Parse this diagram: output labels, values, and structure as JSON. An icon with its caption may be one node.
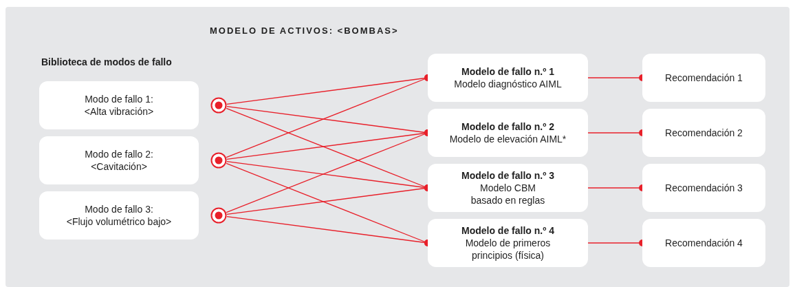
{
  "diagram": {
    "title": "MODELO DE ACTIVOS: <BOMBAS>",
    "nodes": [
      {
        "text": [
          "Modo de fallo 1:",
          "<Alta vibración>"
        ]
      },
      {
        "text": [
          "Modo de fallo 2:",
          "<Cavitación>"
        ]
      },
      {
        "text": [
          "Modo de fallo 3:",
          "<Flujo volumétrico bajo>"
        ]
      },
      {
        "text": [],
        "shape": "circle"
      },
      {
        "text": [],
        "shape": "circle"
      },
      {
        "text": [],
        "shape": "circle"
      },
      {
        "text": [
          "Modelo de fallo n.º 1",
          "Modelo diagnóstico AIML"
        ]
      },
      {
        "text": [
          "Modelo de fallo n.º 2",
          "Modelo de elevación AIML*"
        ]
      },
      {
        "text": [
          "Modelo de fallo n.º 3",
          "Modelo CBM basado en reglas"
        ]
      },
      {
        "text": [
          "Modelo de fallo n.º 4",
          "Modelo de primeros principios (física)"
        ]
      },
      {
        "text": [
          "Recomendación 1"
        ]
      },
      {
        "text": [
          "Recomendación 2"
        ]
      },
      {
        "text": [
          "Recomendación 3"
        ]
      },
      {
        "text": [
          "Recomendación 4"
        ]
      }
    ],
    "edges": [
      {
        "from": 3,
        "to": 6,
        "arrow": "other"
      },
      {
        "from": 3,
        "to": 7,
        "arrow": "other"
      },
      {
        "from": 3,
        "to": 8,
        "arrow": "other"
      },
      {
        "from": 4,
        "to": 6,
        "arrow": "other"
      },
      {
        "from": 4,
        "to": 7,
        "arrow": "other"
      },
      {
        "from": 4,
        "to": 8,
        "arrow": "other"
      },
      {
        "from": 4,
        "to": 9,
        "arrow": "other"
      },
      {
        "from": 5,
        "to": 7,
        "arrow": "other"
      },
      {
        "from": 5,
        "to": 8,
        "arrow": "other"
      },
      {
        "from": 5,
        "to": 9,
        "arrow": "other"
      },
      {
        "from": 6,
        "to": 10,
        "arrow": "other"
      },
      {
        "from": 7,
        "to": 11,
        "arrow": "other"
      },
      {
        "from": 8,
        "to": 12,
        "arrow": "other"
      },
      {
        "from": 9,
        "to": 13,
        "arrow": "other"
      }
    ],
    "labels": [
      "Biblioteca de modos de fallo"
    ]
  }
}
